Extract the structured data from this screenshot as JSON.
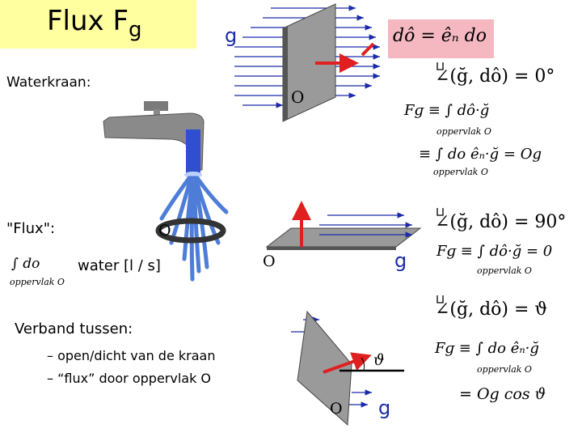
{
  "title": "Flux F",
  "title_sub": "g",
  "g_label": "g",
  "o_label": "O",
  "waterkraan": "Waterkraan:",
  "flux_label": "\"Flux\":",
  "integral_do": "∫ do",
  "oppervlak_O": "oppervlak O",
  "water_label": "water [l / s]",
  "verband": {
    "heading": "Verband tussen:",
    "items": [
      "– open/dicht van de kraan",
      "– “flux” door oppervlak O"
    ]
  },
  "formulas": {
    "pink": "dô = êₙ do",
    "angle_0": "∠(ğ, dô) = 0°",
    "fg_1": "Fɡ ≡ ∫ dô·ğ",
    "fg_1_sub": "oppervlak O",
    "fg_2": "≡ ∫ do êₙ·ğ = Og",
    "fg_2_sub": "oppervlak O",
    "angle_90": "∠(ğ, dô) = 90°",
    "fg_3": "Fɡ ≡ ∫ dô·ğ = 0",
    "fg_3_sub": "oppervlak O",
    "angle_theta": "∠(ğ, dô) = ϑ",
    "fg_4": "Fɡ ≡ ∫ do êₙ·ğ",
    "fg_4_sub": "oppervlak O",
    "fg_5": "= Og cos ϑ"
  },
  "theta": "ϑ",
  "colors": {
    "title_bg": "#ffffa0",
    "formula_bg": "#f5b8c0",
    "field": "#1a2aa8",
    "normal": "#e02020",
    "tap": "#8a8a8a",
    "water": "#3b6fd4"
  }
}
